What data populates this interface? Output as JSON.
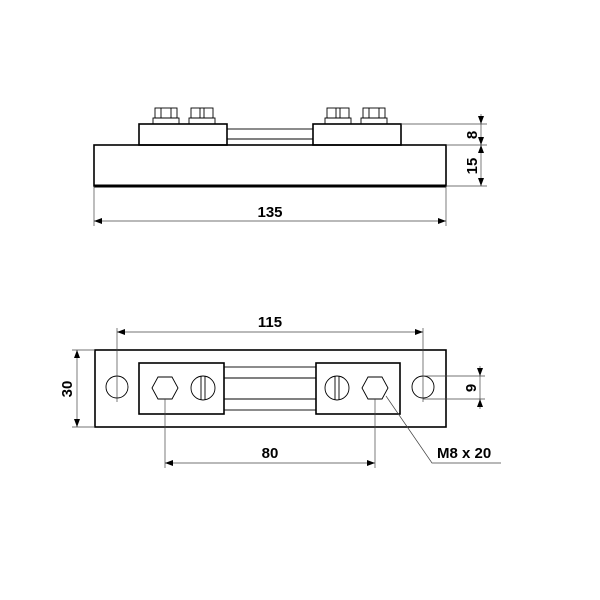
{
  "side_view": {
    "dimensions": {
      "length": "135",
      "block_height": "8",
      "base_height": "15"
    }
  },
  "top_view": {
    "dimensions": {
      "hole_spacing": "115",
      "width": "30",
      "terminal_spacing": "80",
      "hole_diameter": "9"
    },
    "thread_callout": "M8 x 20"
  }
}
